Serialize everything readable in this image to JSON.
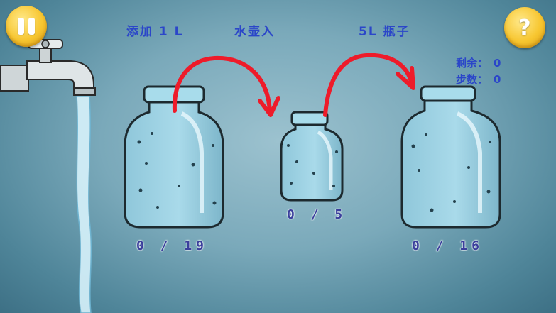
{
  "hud": {
    "add_text": "添加  1 L",
    "pour_text": "水壶入",
    "target_text": "5L  瓶子"
  },
  "stats": [
    {
      "label": "剩余：",
      "value": "0"
    },
    {
      "label": "步数：",
      "value": "0"
    }
  ],
  "jars": [
    {
      "name": "jar-large-left",
      "current": "0",
      "capacity": "19",
      "label": "0 / 19"
    },
    {
      "name": "jar-small-middle",
      "current": "0",
      "capacity": "5",
      "label": "0 / 5"
    },
    {
      "name": "jar-large-right",
      "current": "0",
      "capacity": "16",
      "label": "0 / 16"
    }
  ],
  "buttons": {
    "pause_icon": "pause-icon",
    "help_icon": "question-icon",
    "help_glyph": "?"
  },
  "colors": {
    "accent_text": "#2b46c9",
    "button_yellow": "#f7c630",
    "arrow_red": "#ee1b2a",
    "water": "#8fd0ea"
  }
}
